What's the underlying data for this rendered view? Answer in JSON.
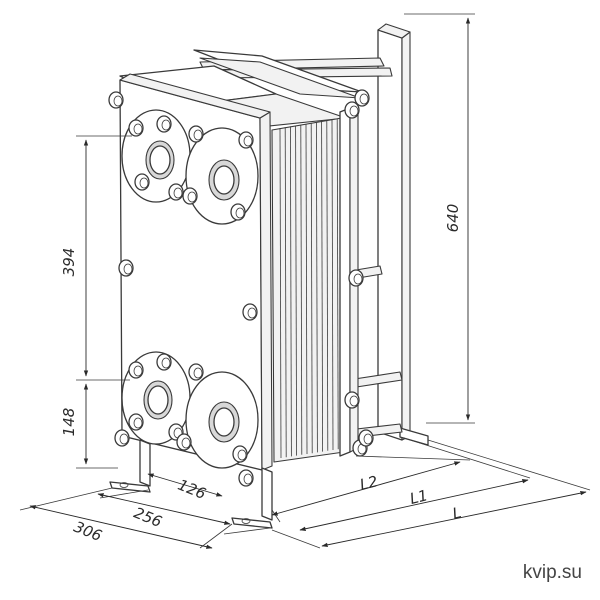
{
  "dimensions": {
    "height_overall": "640",
    "port_vertical_spacing": "394",
    "port_bottom_offset": "148",
    "port_horizontal_spacing": "126",
    "frame_width_inner": "256",
    "frame_width_outer": "306",
    "length_l2": "L2",
    "length_l1": "L1",
    "length_l": "L"
  },
  "watermark": "kvip.su",
  "colors": {
    "line": "#3a3a3a",
    "background": "#ffffff"
  }
}
